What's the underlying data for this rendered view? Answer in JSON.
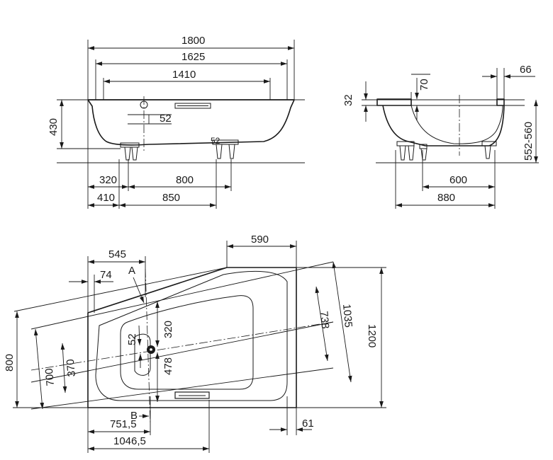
{
  "side_view": {
    "d_1800": "1800",
    "d_1625": "1625",
    "d_1410": "1410",
    "d_430": "430",
    "d_52": "52",
    "d_52b": "52",
    "d_320": "320",
    "d_800": "800",
    "d_410": "410",
    "d_850": "850"
  },
  "end_view": {
    "d_66": "66",
    "d_70": "70",
    "d_32": "32",
    "d_552_560": "552-560",
    "d_600": "600",
    "d_880": "880"
  },
  "plan_view": {
    "d_545": "545",
    "d_590": "590",
    "d_74": "74",
    "label_a": "A",
    "d_800": "800",
    "d_700": "700",
    "d_370": "370",
    "d_52": "52",
    "d_320": "320",
    "d_478": "478",
    "d_738": "738",
    "d_1035": "1035",
    "d_1200": "1200",
    "label_b": "B",
    "d_751_5": "751,5",
    "d_61": "61",
    "d_1046_5": "1046,5"
  }
}
